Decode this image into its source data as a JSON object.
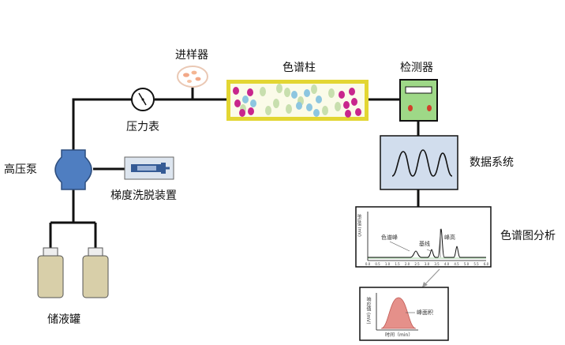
{
  "labels": {
    "injector": "进样器",
    "column": "色谱柱",
    "detector": "检测器",
    "pressure_gauge": "压力表",
    "pump": "高压泵",
    "gradient": "梯度洗脱装置",
    "reservoir": "储液罐",
    "data_system": "数据系统",
    "analysis": "色谱图分析"
  },
  "chromatogram": {
    "peak_labels": {
      "solvent_peak": "色谱峰",
      "baseline": "基线",
      "peak_height": "峰高"
    },
    "y_axis_label": "响应值 (mV)",
    "x_ticks": [
      "0.0",
      "0.5",
      "1.0",
      "1.5",
      "2.0",
      "2.5",
      "3.0",
      "3.5",
      "4.0",
      "4.5",
      "5.0",
      "5.5",
      "6.0"
    ]
  },
  "peak_detail": {
    "area_label": "峰面积",
    "x_axis_label": "时间（min）",
    "y_axis_label": "响应值 (mV)"
  },
  "colors": {
    "pump_blue": "#4f7ec1",
    "column_border": "#e3d633",
    "detector_green": "#9ed887",
    "bottle_fill": "#d8cfa9",
    "peak_area": "#e5908a"
  }
}
